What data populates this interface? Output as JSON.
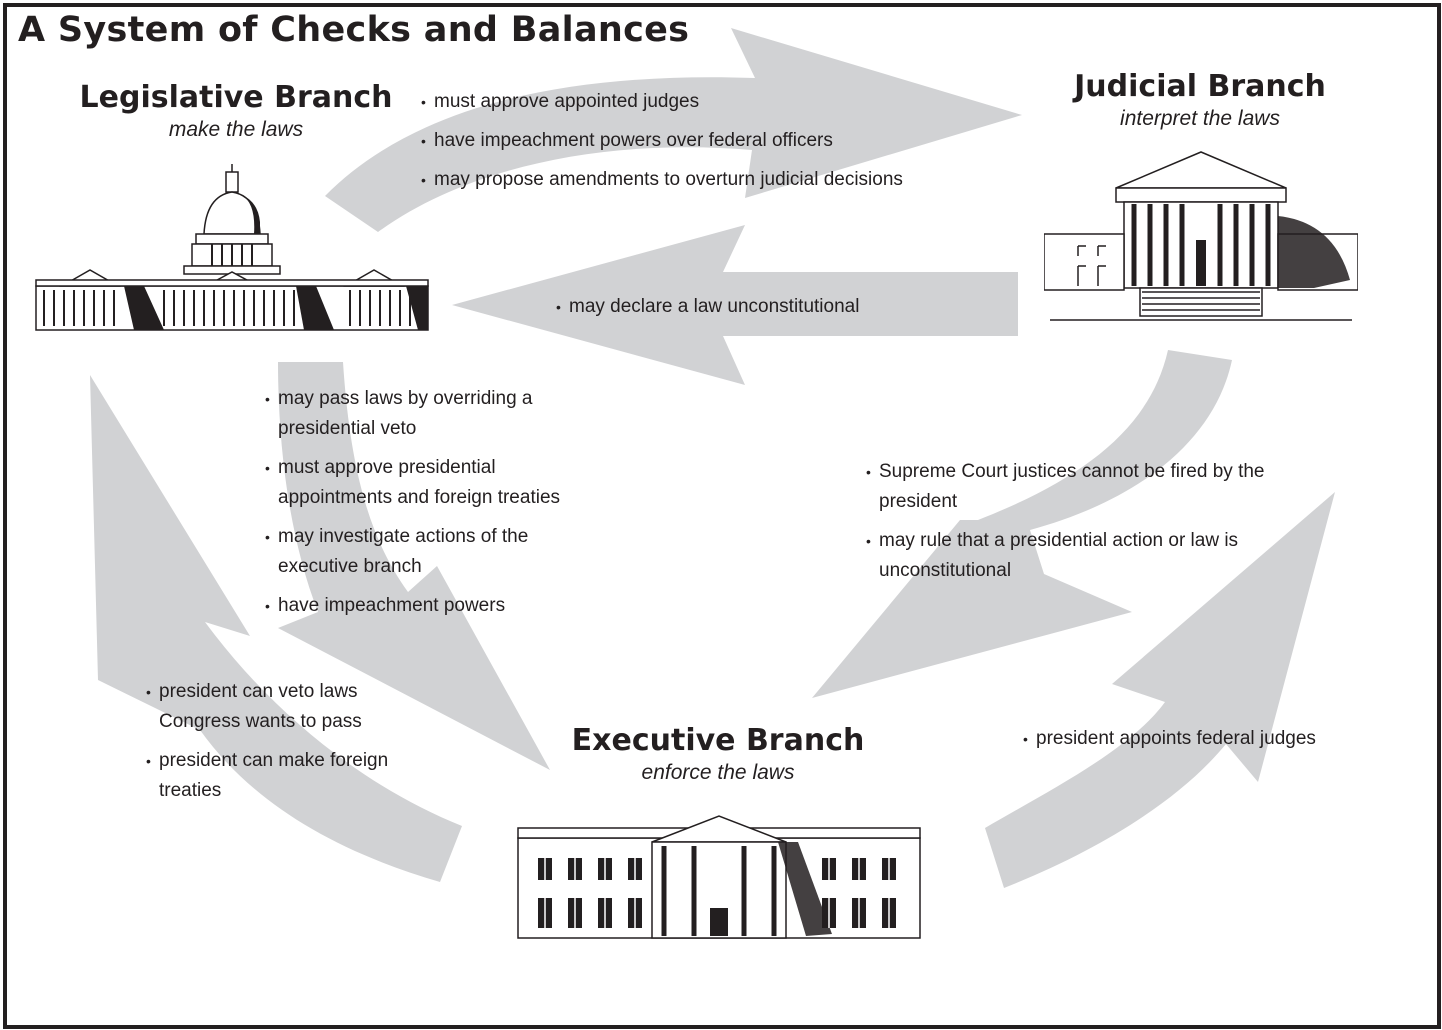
{
  "title": "A System of Checks and Balances",
  "colors": {
    "arrow": "#d1d2d4",
    "ink": "#231f20",
    "background": "#ffffff"
  },
  "branches": {
    "legislative": {
      "name": "Legislative Branch",
      "role": "make the laws",
      "icon": "capitol-building-icon"
    },
    "judicial": {
      "name": "Judicial Branch",
      "role": "interpret the laws",
      "icon": "supreme-court-building-icon"
    },
    "executive": {
      "name": "Executive Branch",
      "role": "enforce the laws",
      "icon": "white-house-icon"
    }
  },
  "checks": {
    "legislative_to_judicial": [
      "must approve appointed judges",
      "have impeachment powers over federal officers",
      "may propose amendments to overturn judicial decisions"
    ],
    "judicial_to_legislative": [
      "may declare a law unconstitutional"
    ],
    "legislative_to_executive": [
      "may pass laws by overriding a presidential veto",
      "must approve presidential appointments and foreign treaties",
      "may investigate actions of the executive branch",
      "have impeachment powers"
    ],
    "judicial_to_executive": [
      "Supreme Court justices cannot be fired by the president",
      "may rule that a presidential action or law is unconstitutional"
    ],
    "executive_to_legislative": [
      "president can veto laws Congress wants to pass",
      "president can make foreign treaties"
    ],
    "executive_to_judicial": [
      "president appoints federal judges"
    ]
  }
}
